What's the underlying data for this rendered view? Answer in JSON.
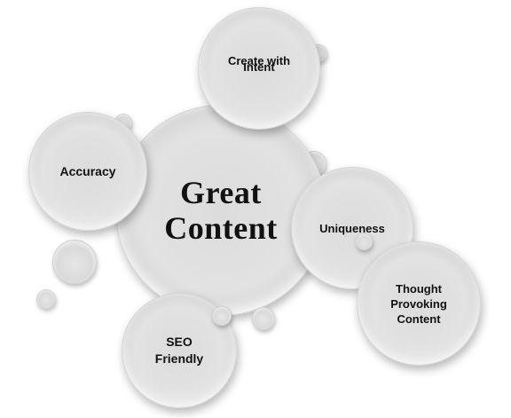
{
  "center": {
    "label_line1": "Great",
    "label_line2": "Content"
  },
  "satellites": {
    "intent": {
      "line1": "Create with",
      "line2": "Intent"
    },
    "accuracy": {
      "line1": "Accuracy"
    },
    "unique": {
      "line1": "Uniqueness"
    },
    "thought": {
      "line1": "Thought",
      "line2": "Provoking",
      "line3": "Content"
    },
    "seo": {
      "line1": "SEO",
      "line2": "Friendly"
    }
  }
}
